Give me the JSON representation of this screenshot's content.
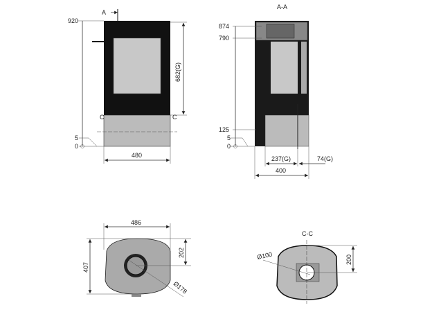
{
  "front_view": {
    "section_marker": "A",
    "height_total": "920",
    "glass_height": "682(G)",
    "section_c_left": "C",
    "section_c_right": "C",
    "level_5": "5",
    "level_0": "0",
    "width": "480"
  },
  "side_view": {
    "title": "A-A",
    "h_874": "874",
    "h_790": "790",
    "h_125": "125",
    "level_5": "5",
    "level_0": "0",
    "depth_237": "237(G)",
    "depth_74": "74(G)",
    "depth_total": "400"
  },
  "top_view": {
    "width": "486",
    "depth": "407",
    "flue_offset": "202",
    "flue_diameter": "Ø178"
  },
  "section_cc": {
    "title": "C-C",
    "air_diameter": "Ø100",
    "air_offset": "200"
  },
  "colors": {
    "body": "#111111",
    "glass": "#c8c8c8",
    "base": "#b9b9b9",
    "top": "#a9a9a9"
  }
}
